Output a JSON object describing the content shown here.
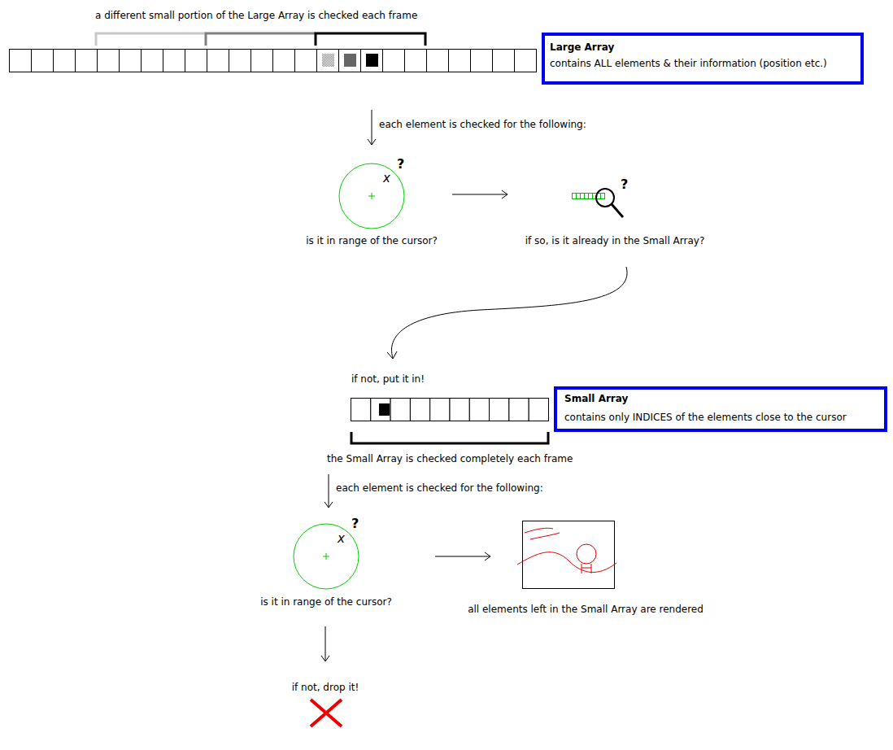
{
  "diagram": {
    "nodes": [
      {
        "text": [
          "Large Array",
          "contains ALL elements & their information (position etc.)"
        ]
      },
      {
        "text": [
          "Small Array",
          "contains only INDICES of the elements close to the cursor"
        ]
      }
    ],
    "labels": [
      "a different small portion of the Large Array is checked each frame",
      "each element is checked for the following:",
      "x",
      "?",
      "is it in range of the cursor?",
      "?",
      "if so, is it already in the Small Array?",
      "if not, put it in!",
      "the Small Array is checked completely each frame",
      "each element is checked for the following:",
      "x",
      "?",
      "is it in range of the cursor?",
      "all elements left in the Small Array are rendered",
      "if not, drop it!"
    ]
  }
}
